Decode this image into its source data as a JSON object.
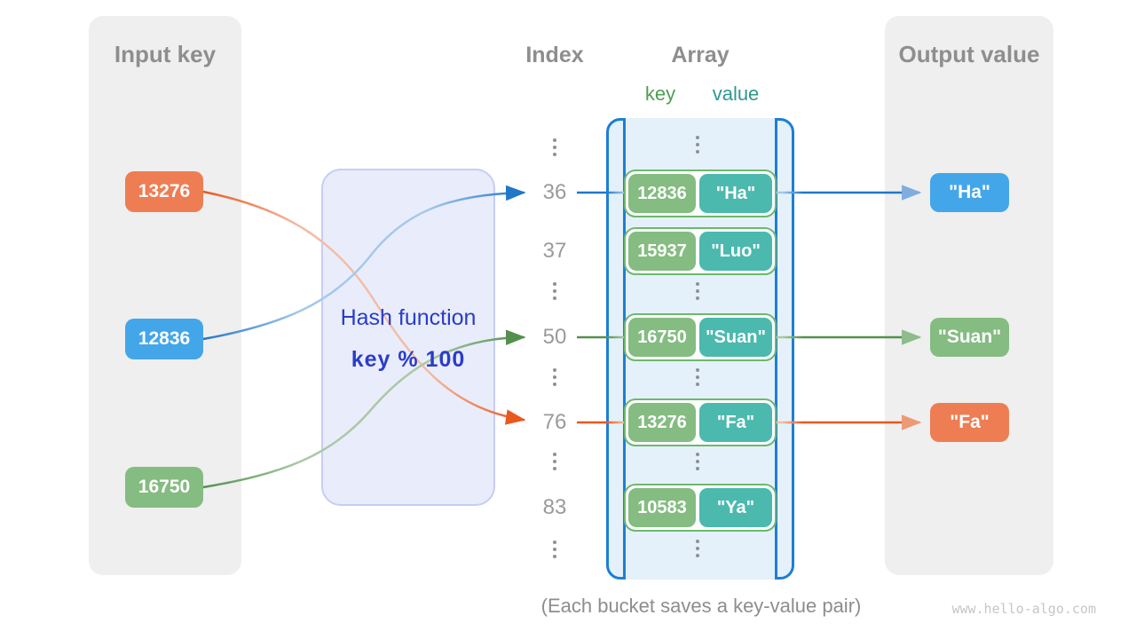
{
  "headers": {
    "input": "Input key",
    "index": "Index",
    "array": "Array",
    "output": "Output value",
    "key_label": "key",
    "value_label": "value"
  },
  "hash_function": {
    "title": "Hash function",
    "formula": "key % 100"
  },
  "input_keys": [
    {
      "label": "13276",
      "color": "#ee7d54"
    },
    {
      "label": "12836",
      "color": "#43a6e9"
    },
    {
      "label": "16750",
      "color": "#85bc81"
    }
  ],
  "index_column": {
    "items": [
      {
        "type": "dots",
        "label": "⋮"
      },
      {
        "type": "number",
        "label": "36"
      },
      {
        "type": "number",
        "label": "37"
      },
      {
        "type": "dots",
        "label": "⋮"
      },
      {
        "type": "number",
        "label": "50"
      },
      {
        "type": "dots",
        "label": "⋮"
      },
      {
        "type": "number",
        "label": "76"
      },
      {
        "type": "dots",
        "label": "⋮"
      },
      {
        "type": "number",
        "label": "83"
      },
      {
        "type": "dots",
        "label": "⋮"
      }
    ]
  },
  "array_pairs": [
    {
      "key": "12836",
      "value": "\"Ha\""
    },
    {
      "key": "15937",
      "value": "\"Luo\""
    },
    {
      "key": "16750",
      "value": "\"Suan\""
    },
    {
      "key": "13276",
      "value": "\"Fa\""
    },
    {
      "key": "10583",
      "value": "\"Ya\""
    }
  ],
  "output_values": [
    {
      "label": "\"Ha\"",
      "color": "#43a6e9"
    },
    {
      "label": "\"Suan\"",
      "color": "#85bc81"
    },
    {
      "label": "\"Fa\"",
      "color": "#ee7d54"
    }
  ],
  "caption": "(Each bucket saves a key-value pair)",
  "watermark": "www.hello-algo.com",
  "colors": {
    "panel_bg": "#efefef",
    "heading_gray": "#8e8e8e",
    "index_gray": "#9a9a9a",
    "hash_bg": "#e9edfb",
    "hash_border": "#c6cdf4",
    "hash_text": "#2b3cca",
    "array_bg": "#e4f1fa",
    "array_bracket": "#1d7ed5",
    "pair_border": "#6cb96d",
    "key_box_green": "#85bc81",
    "value_box_teal": "#4bb9ae",
    "line_blue": "#2077c8",
    "line_green": "#53904e",
    "line_orange": "#e8581f",
    "key_label_green": "#4f9e51",
    "value_label_teal": "#2f988d"
  }
}
